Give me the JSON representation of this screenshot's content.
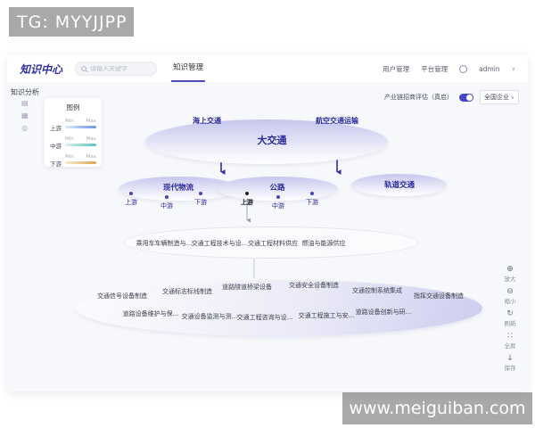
{
  "watermarks": {
    "top": "TG: MYYJJPP",
    "bottom": "www.meiguiban.com"
  },
  "header": {
    "logo": "知识中心",
    "search_placeholder": "请输入关键字",
    "tab": "知识管理",
    "nav": [
      "用户管理",
      "平台管理"
    ],
    "user": "admin",
    "caret": "∨"
  },
  "sidebar": {
    "title": "知识分析"
  },
  "legend": {
    "title": "图例",
    "min": "Min",
    "max": "Max",
    "rows": [
      {
        "label": "上游",
        "from": "#dfe8fa",
        "to": "#6d95e6"
      },
      {
        "label": "中游",
        "from": "#d9f2ef",
        "to": "#55c3bd"
      },
      {
        "label": "下游",
        "from": "#f8eed6",
        "to": "#dfa64e"
      }
    ]
  },
  "controls": {
    "assess_label": "产业链招商评估（真启）",
    "toggle_on": true,
    "region": "全国企业",
    "caret": "∨",
    "accent": "#4646c8"
  },
  "diagram": {
    "root": "大交通",
    "root_sub_left": "海上交通",
    "root_sub_right": "航空交通运输",
    "tier2": [
      "现代物流",
      "公路",
      "轨道交通"
    ],
    "stream_labels": [
      "上游",
      "中游",
      "下游"
    ],
    "mid_nodes": [
      "乘用车车辆制造与...",
      "交通工程技术与设...",
      "交通工程材料供应",
      "燃油与能源供应"
    ],
    "bottom_upper": [
      "交通信号设备制造",
      "交通标志标线制造",
      "道路隧道桥梁设备",
      "交通安全设备制造",
      "交通控制系统集成",
      "指挥交通设备制造"
    ],
    "bottom_lower": [
      "道路设备维护与保...",
      "交通设备监测与测...",
      "交通工程咨询与设...",
      "交通工程施工与安...",
      "道路设备创新与研..."
    ]
  },
  "toolbar": [
    {
      "name": "zoom-in",
      "glyph": "⊕",
      "label": "放大"
    },
    {
      "name": "zoom-out",
      "glyph": "⊖",
      "label": "缩小"
    },
    {
      "name": "refresh",
      "glyph": "↻",
      "label": "刷新"
    },
    {
      "name": "fullscreen",
      "glyph": "∷",
      "label": "全屏"
    },
    {
      "name": "save",
      "glyph": "↓",
      "label": "保存"
    }
  ]
}
